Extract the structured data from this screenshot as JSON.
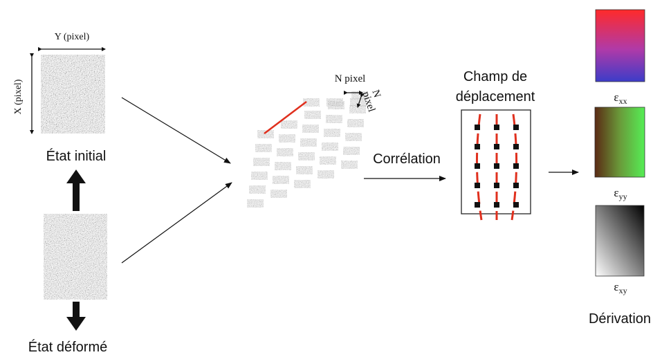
{
  "speckle": {
    "axis_y": "Y (pixel)",
    "axis_x": "X (pixel)",
    "initial_state": "État initial",
    "deformed_state": "État déformé"
  },
  "grid": {
    "subset_size_h": "N pixel",
    "subset_size_v_n": "N",
    "subset_size_v_pixel": "pixel"
  },
  "correlation": {
    "label": "Corrélation"
  },
  "displacement": {
    "title_line1": "Champ de",
    "title_line2": "déplacement"
  },
  "strain": {
    "exx_base": "ε",
    "exx_sub": "xx",
    "eyy_base": "ε",
    "eyy_sub": "yy",
    "exy_base": "ε",
    "exy_sub": "xy",
    "derivation_label": "Dérivation"
  },
  "colors": {
    "line_red": "#e0301e",
    "exx_gradient": [
      "#ff2a2a",
      "#b03aa8",
      "#3c3cc8"
    ],
    "eyy_gradient": [
      "#5a2a14",
      "#6a9a3a",
      "#55ee55"
    ],
    "exy_gradient": [
      "#000000",
      "#ffffff"
    ]
  }
}
